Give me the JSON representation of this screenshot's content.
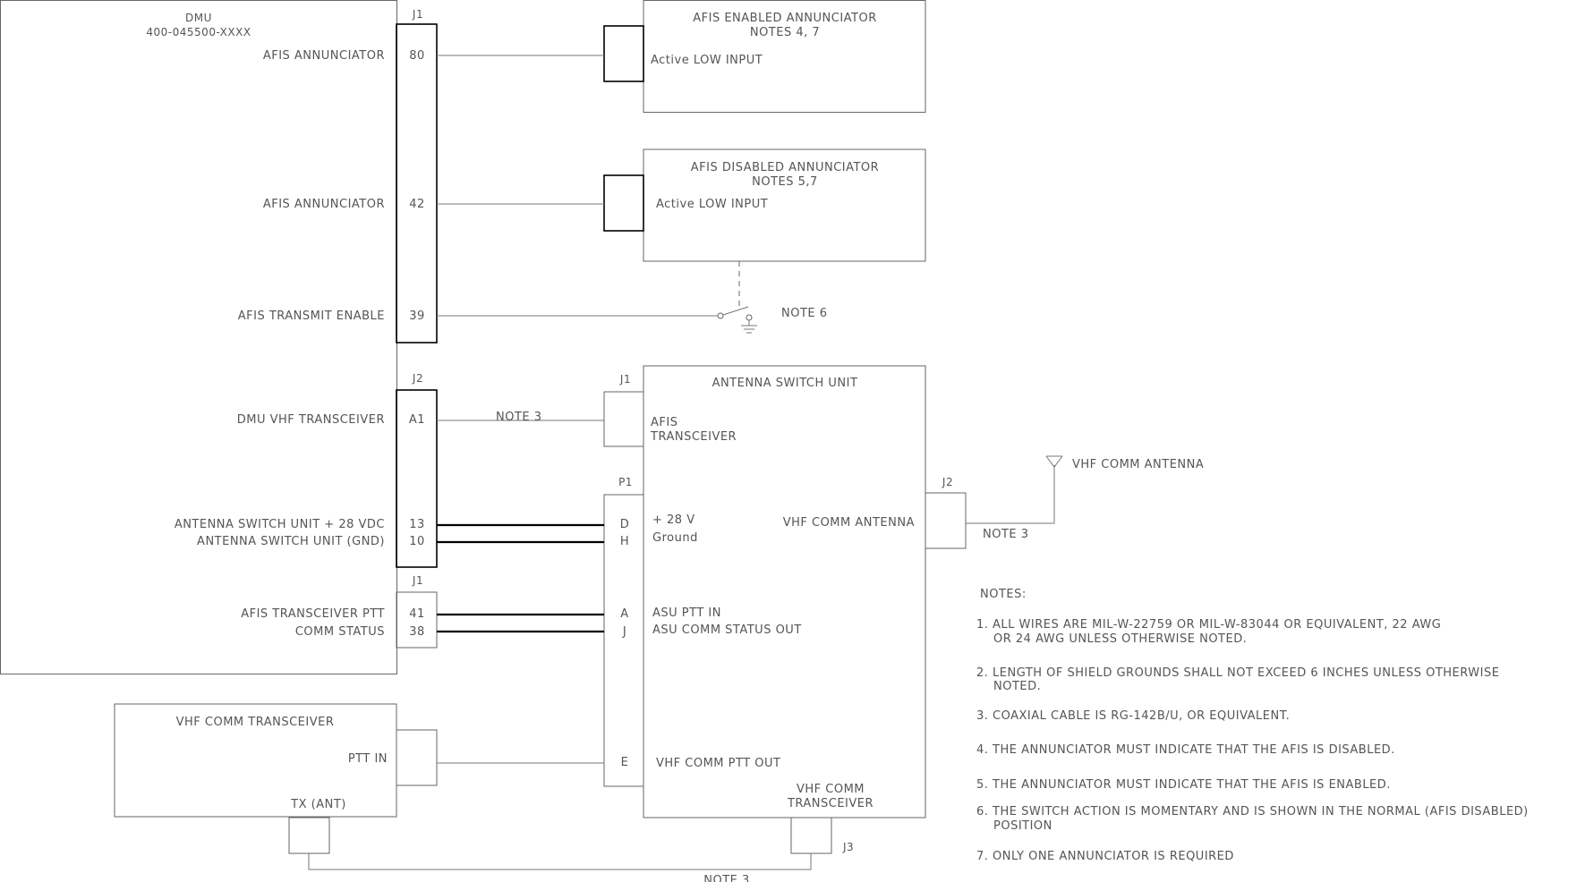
{
  "dmu": {
    "title": "DMU",
    "part_number": "400-045500-XXXX"
  },
  "connectors": {
    "j1": "J1",
    "j2": "J2",
    "j1_asu": "J1",
    "p1": "P1",
    "j2_asu": "J2",
    "j3": "J3",
    "j1_lower": "J1"
  },
  "dmu_signals": [
    {
      "label": "AFIS ANNUNCIATOR",
      "pin": "80"
    },
    {
      "label": "AFIS ANNUNCIATOR",
      "pin": "42"
    },
    {
      "label": "AFIS TRANSMIT ENABLE",
      "pin": "39"
    },
    {
      "label": "DMU VHF TRANSCEIVER",
      "pin": "A1"
    },
    {
      "label": "ANTENNA SWITCH UNIT + 28 VDC",
      "pin": "13"
    },
    {
      "label": "ANTENNA SWITCH UNIT (GND)",
      "pin": "10"
    },
    {
      "label": "AFIS TRANSCEIVER PTT",
      "pin": "41"
    },
    {
      "label": "COMM STATUS",
      "pin": "38"
    }
  ],
  "enabled_annunciator": {
    "title": "AFIS ENABLED ANNUNCIATOR",
    "notes": "NOTES 4, 7",
    "input": "Active LOW INPUT"
  },
  "disabled_annunciator": {
    "title": "AFIS DISABLED ANNUNCIATOR",
    "notes": "NOTES 5,7",
    "input": "Active LOW INPUT"
  },
  "switch_note": "NOTE 6",
  "asu": {
    "title": "ANTENNA SWITCH UNIT",
    "afis_transceiver_line1": "AFIS",
    "afis_transceiver_line2": "TRANSCEIVER",
    "power": "+ 28 V",
    "ground": "Ground",
    "antenna": "VHF COMM ANTENNA",
    "ptt_in": "ASU PTT IN",
    "status_out": "ASU COMM STATUS OUT",
    "ptt_out": "VHF COMM PTT OUT",
    "vhf_line1": "VHF COMM",
    "vhf_line2": "TRANSCEIVER",
    "p1_pins": [
      "D",
      "H",
      "A",
      "J",
      "E"
    ]
  },
  "vhf_transceiver": {
    "title": "VHF COMM TRANSCEIVER",
    "ptt_in": "PTT IN",
    "tx": "TX (ANT)"
  },
  "antenna_label": "VHF COMM ANTENNA",
  "note3": "NOTE 3",
  "notes": {
    "heading": "NOTES:",
    "n1a": "1. ALL WIRES ARE MIL-W-22759 OR MIL-W-83044 OR EQUIVALENT, 22 AWG",
    "n1b": "OR 24 AWG UNLESS OTHERWISE NOTED.",
    "n2a": "2. LENGTH OF SHIELD GROUNDS SHALL NOT EXCEED 6 INCHES UNLESS OTHERWISE",
    "n2b": "NOTED.",
    "n3": "3. COAXIAL CABLE IS RG-142B/U, OR EQUIVALENT.",
    "n4": "4. THE ANNUNCIATOR MUST INDICATE THAT THE AFIS IS DISABLED.",
    "n5": "5. THE ANNUNCIATOR MUST INDICATE THAT THE AFIS IS ENABLED.",
    "n6a": "6. THE SWITCH ACTION IS MOMENTARY AND IS SHOWN IN THE NORMAL (AFIS DISABLED)",
    "n6b": "POSITION",
    "n7": "7. ONLY ONE ANNUNCIATOR IS REQUIRED"
  }
}
